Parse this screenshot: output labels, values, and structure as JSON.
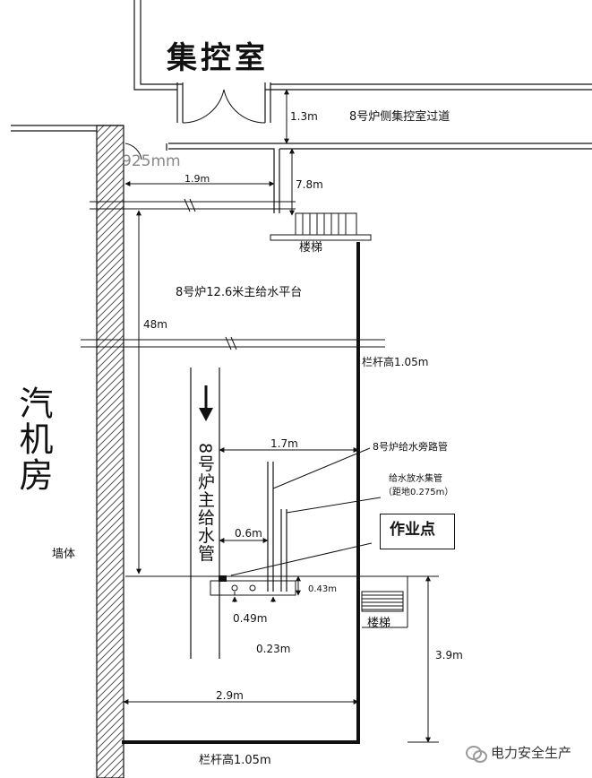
{
  "title": "集控室",
  "labels": {
    "passage": "8号炉侧集控室过道",
    "platform": "8号炉12.6米主给水平台",
    "stair_top": "楼梯",
    "stair_bottom": "楼梯",
    "turbine_room": "汽机房",
    "wall": "墙体",
    "main_pipe": "8号炉主给水管",
    "bypass_pipe": "8号炉给水旁路管",
    "drain_pipe": "给水放水集管",
    "drain_height": "（距地0.275m）",
    "work_point": "作业点",
    "railing_right": "栏杆高1.05m",
    "railing_bottom": "栏杆高1.05m"
  },
  "dimensions": {
    "d_925": "925mm",
    "d_1_3": "1.3m",
    "d_1_9": "1.9m",
    "d_7_8": "7.8m",
    "d_48": "48m",
    "d_1_7": "1.7m",
    "d_0_6": "0.6m",
    "d_0_43": "0.43m",
    "d_0_49": "0.49m",
    "d_0_23": "0.23m",
    "d_3_9": "3.9m",
    "d_2_9": "2.9m"
  },
  "watermark": {
    "text": "电力安全生产"
  }
}
